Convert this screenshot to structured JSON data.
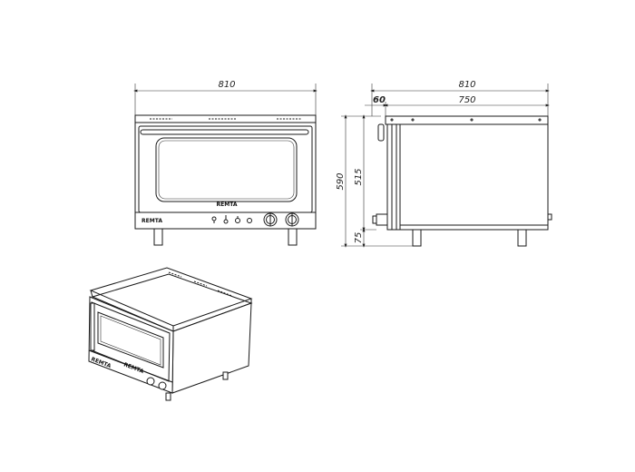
{
  "dimensions": {
    "front_width": "810",
    "side_width": "810",
    "side_depth": "750",
    "side_offset": "60",
    "total_height": "590",
    "body_height": "515",
    "leg_height": "75"
  },
  "brand": {
    "front_panel": "REMTA",
    "front_label": "REMTA",
    "iso_label": "REMTA"
  },
  "icons": [
    "lamp-icon",
    "thermometer-icon",
    "fan-icon",
    "timer-knob-icon",
    "temperature-knob-icon"
  ]
}
